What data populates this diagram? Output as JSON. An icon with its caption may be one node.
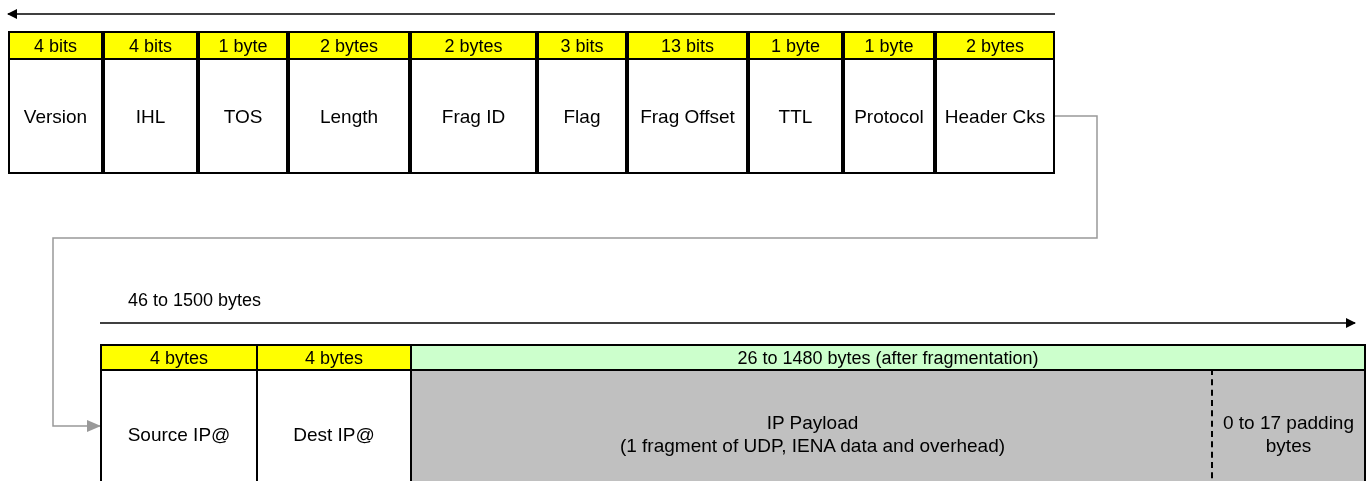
{
  "diagram": {
    "nodes": [
      {
        "text": [
          "4 bits"
        ]
      },
      {
        "text": [
          "4 bits"
        ]
      },
      {
        "text": [
          "1 byte"
        ]
      },
      {
        "text": [
          "2 bytes"
        ]
      },
      {
        "text": [
          "2 bytes"
        ]
      },
      {
        "text": [
          "3 bits"
        ]
      },
      {
        "text": [
          "13 bits"
        ]
      },
      {
        "text": [
          "1 byte"
        ]
      },
      {
        "text": [
          "1 byte"
        ]
      },
      {
        "text": [
          "2 bytes"
        ]
      },
      {
        "text": [
          "Version"
        ]
      },
      {
        "text": [
          "IHL"
        ]
      },
      {
        "text": [
          "TOS"
        ]
      },
      {
        "text": [
          "Length"
        ]
      },
      {
        "text": [
          "Frag ID"
        ]
      },
      {
        "text": [
          "Flag"
        ]
      },
      {
        "text": [
          "Frag Offset"
        ]
      },
      {
        "text": [
          "TTL"
        ]
      },
      {
        "text": [
          "Protocol"
        ]
      },
      {
        "text": [
          "Header Cks"
        ]
      },
      {
        "text": [
          "4 bytes"
        ]
      },
      {
        "text": [
          "4 bytes"
        ]
      },
      {
        "text": [
          "26 to 1480 bytes (after fragmentation)"
        ]
      },
      {
        "text": [
          "Source IP@"
        ]
      },
      {
        "text": [
          "Dest IP@"
        ]
      },
      {
        "text": [
          "IP Payload",
          "(1 fragment of UDP, IENA data and overhead)"
        ]
      },
      {
        "text": [
          "0 to 17 padding bytes"
        ]
      }
    ],
    "edges": [
      {
        "from": 19,
        "to": 23,
        "arrow": "to"
      }
    ],
    "labels": [
      "46 to 1500 bytes"
    ]
  }
}
